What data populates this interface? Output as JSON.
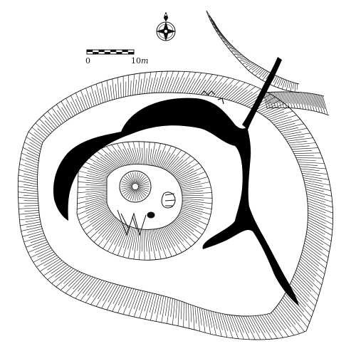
{
  "scale_bar": {
    "start_label": "0",
    "end_value": "10",
    "end_unit": "m",
    "segments": 8
  },
  "colors": {
    "ink": "#111111",
    "paper": "#ffffff",
    "water": "#000000"
  },
  "icons": {
    "north": "compass-rose-icon",
    "survey": "survey-marker-icon"
  }
}
